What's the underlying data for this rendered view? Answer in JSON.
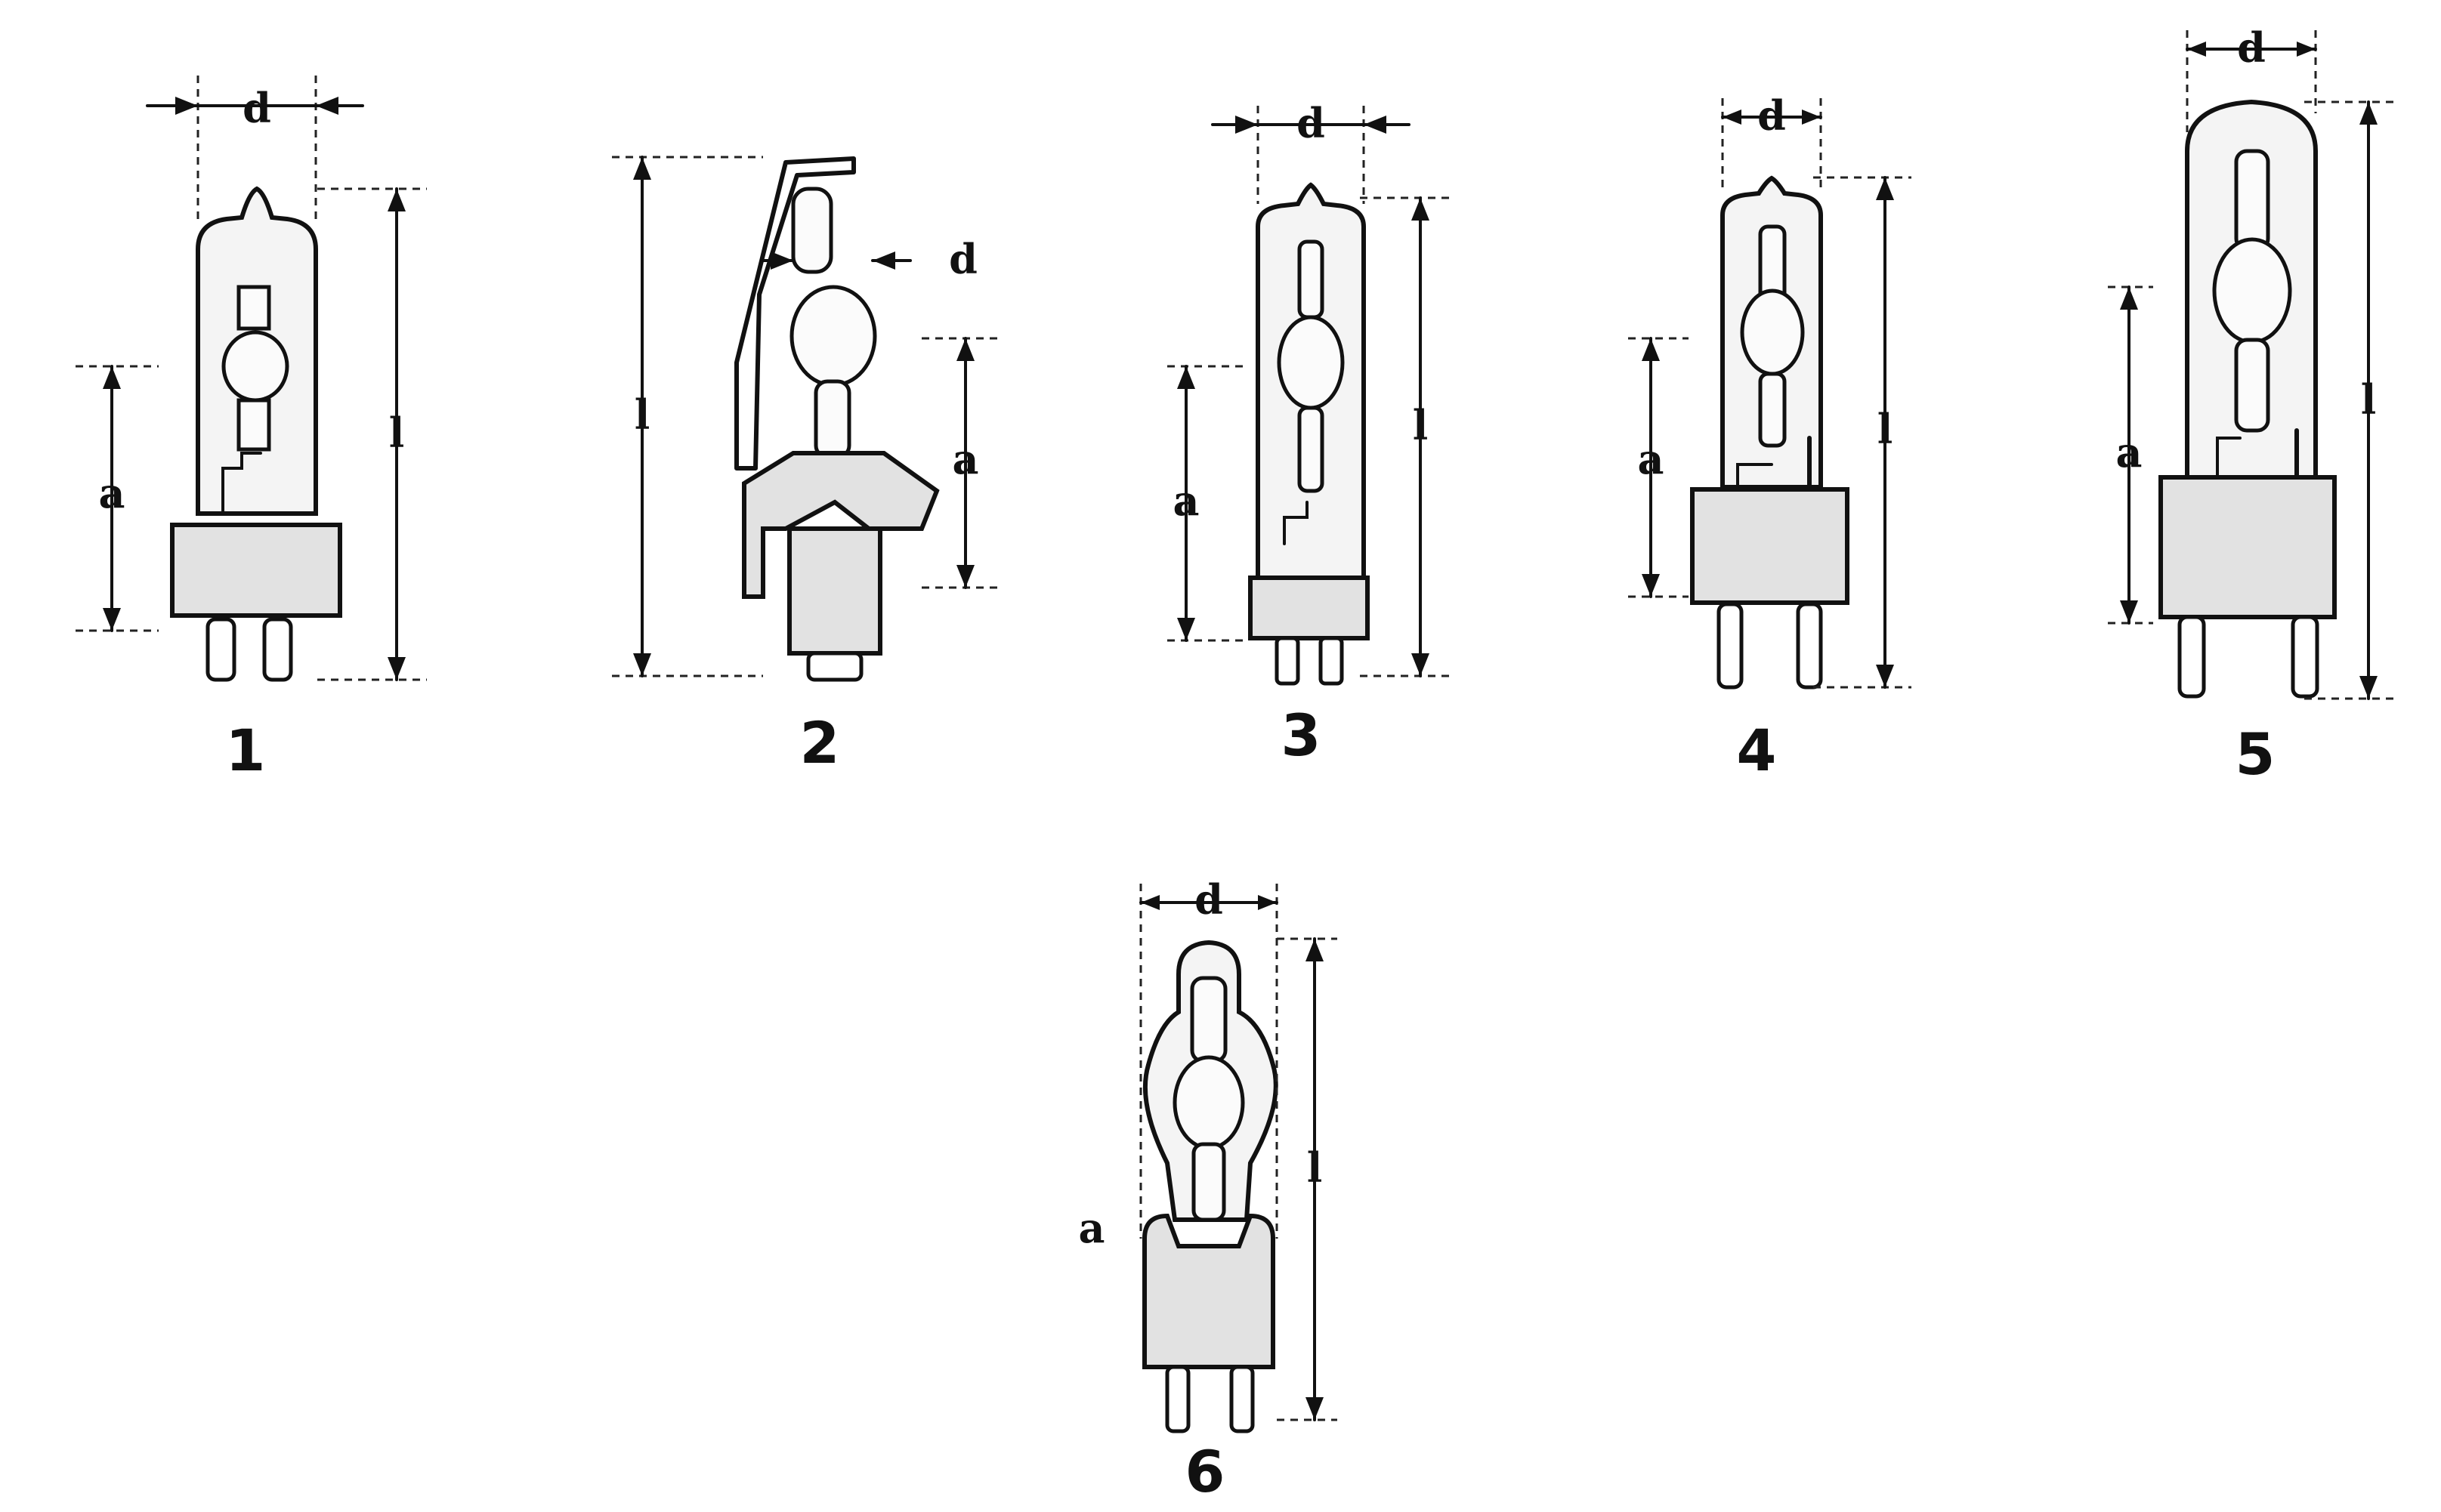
{
  "labels": {
    "d": "d",
    "a": "a",
    "l": "l"
  },
  "figures": [
    {
      "number": "1",
      "letters": [
        "d",
        "a",
        "l"
      ]
    },
    {
      "number": "2",
      "letters": [
        "d",
        "a",
        "l"
      ]
    },
    {
      "number": "3",
      "letters": [
        "d",
        "a",
        "l"
      ]
    },
    {
      "number": "4",
      "letters": [
        "d",
        "a",
        "l"
      ]
    },
    {
      "number": "5",
      "letters": [
        "d",
        "a",
        "l"
      ]
    },
    {
      "number": "6",
      "letters": [
        "d",
        "a",
        "l"
      ]
    }
  ],
  "icons": [
    "lamp-bipin-base-icon",
    "lamp-socket-base-icon",
    "lamp-bipin-base-icon",
    "lamp-bipin-base-icon",
    "lamp-bipin-base-icon",
    "lamp-bipin-base-icon"
  ],
  "colors": {
    "ink": "#111111",
    "background": "#ffffff"
  }
}
